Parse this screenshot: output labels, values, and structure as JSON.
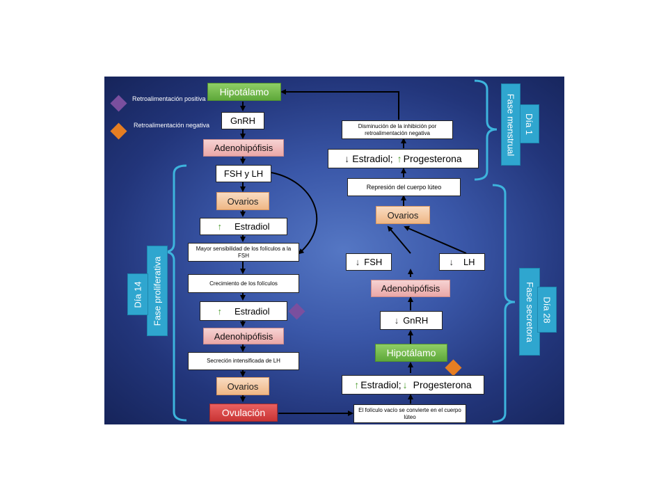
{
  "legend": {
    "positive": "Retroalimentación positiva",
    "negative": "Retroalimentación negativa",
    "positive_color": "#7a4f9e",
    "negative_color": "#e67e22"
  },
  "left_column": {
    "hipotalamo": "Hipotálamo",
    "gnrh": "GnRH",
    "adenohipofisis_1": "Adenohipófisis",
    "fsh_lh": "FSH y LH",
    "ovarios_1": "Ovarios",
    "estradiol_1": "Estradiol",
    "sensibilidad": "Mayor sensibilidad de los folículos a la FSH",
    "crecimiento": "Crecimiento de los folículos",
    "estradiol_2": "Estradiol",
    "adenohipofisis_2": "Adenohipófisis",
    "secrecion": "Secreción intensificada de LH",
    "ovarios_2": "Ovarios",
    "ovulacion": "Ovulación"
  },
  "right_column": {
    "disminucion": "Disminución de la inhibición por retroalimentación negativa",
    "estradiol_top": "Estradiol;",
    "progesterona_top": "Progesterona",
    "represion": "Represión del cuerpo lúteo",
    "ovarios": "Ovarios",
    "fsh": "FSH",
    "lh": "LH",
    "adenohipofisis": "Adenohipófisis",
    "gnrh": "GnRH",
    "hipotalamo": "Hipotálamo",
    "estradiol_bottom": "Estradiol;",
    "progesterona_bottom": "Progesterona",
    "foliculo": "El folículo vacío se convierte en el cuerpo lúteo"
  },
  "phases": {
    "fase_menstrual": "Fase menstrual",
    "dia_1": "Día 1",
    "fase_proliferativa": "Fase proliferativa",
    "dia_14": "Día 14",
    "fase_secretora": "Fase secretora",
    "dia_28": "Día 28"
  }
}
